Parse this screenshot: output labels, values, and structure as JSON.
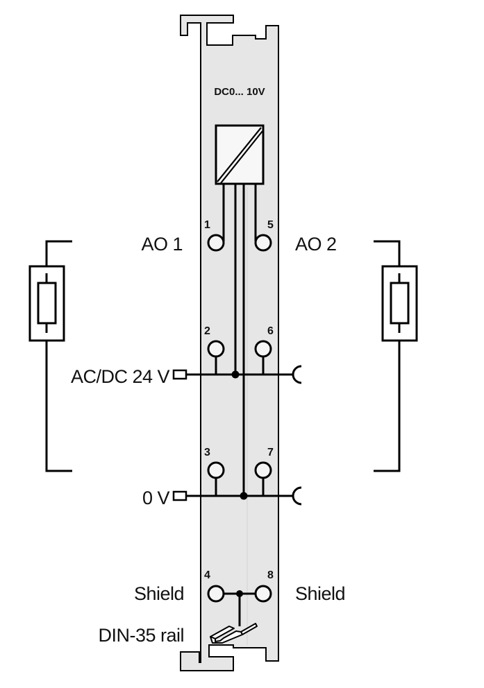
{
  "diagram": {
    "module_header": "DC0... 10V",
    "labels": {
      "ao1": "AO 1",
      "ao2": "AO 2",
      "supply": "AC/DC 24 V",
      "zero_v": "0 V",
      "shield_left": "Shield",
      "shield_right": "Shield",
      "din_rail": "DIN-35 rail"
    },
    "terminals": [
      {
        "number": "1",
        "side": "left"
      },
      {
        "number": "2",
        "side": "left"
      },
      {
        "number": "3",
        "side": "left"
      },
      {
        "number": "4",
        "side": "left"
      },
      {
        "number": "5",
        "side": "right"
      },
      {
        "number": "6",
        "side": "right"
      },
      {
        "number": "7",
        "side": "right"
      },
      {
        "number": "8",
        "side": "right"
      }
    ],
    "colors": {
      "module_fill": "#e6e6e6",
      "line": "#000000",
      "terminal_fill": "#f5f5f5"
    }
  }
}
